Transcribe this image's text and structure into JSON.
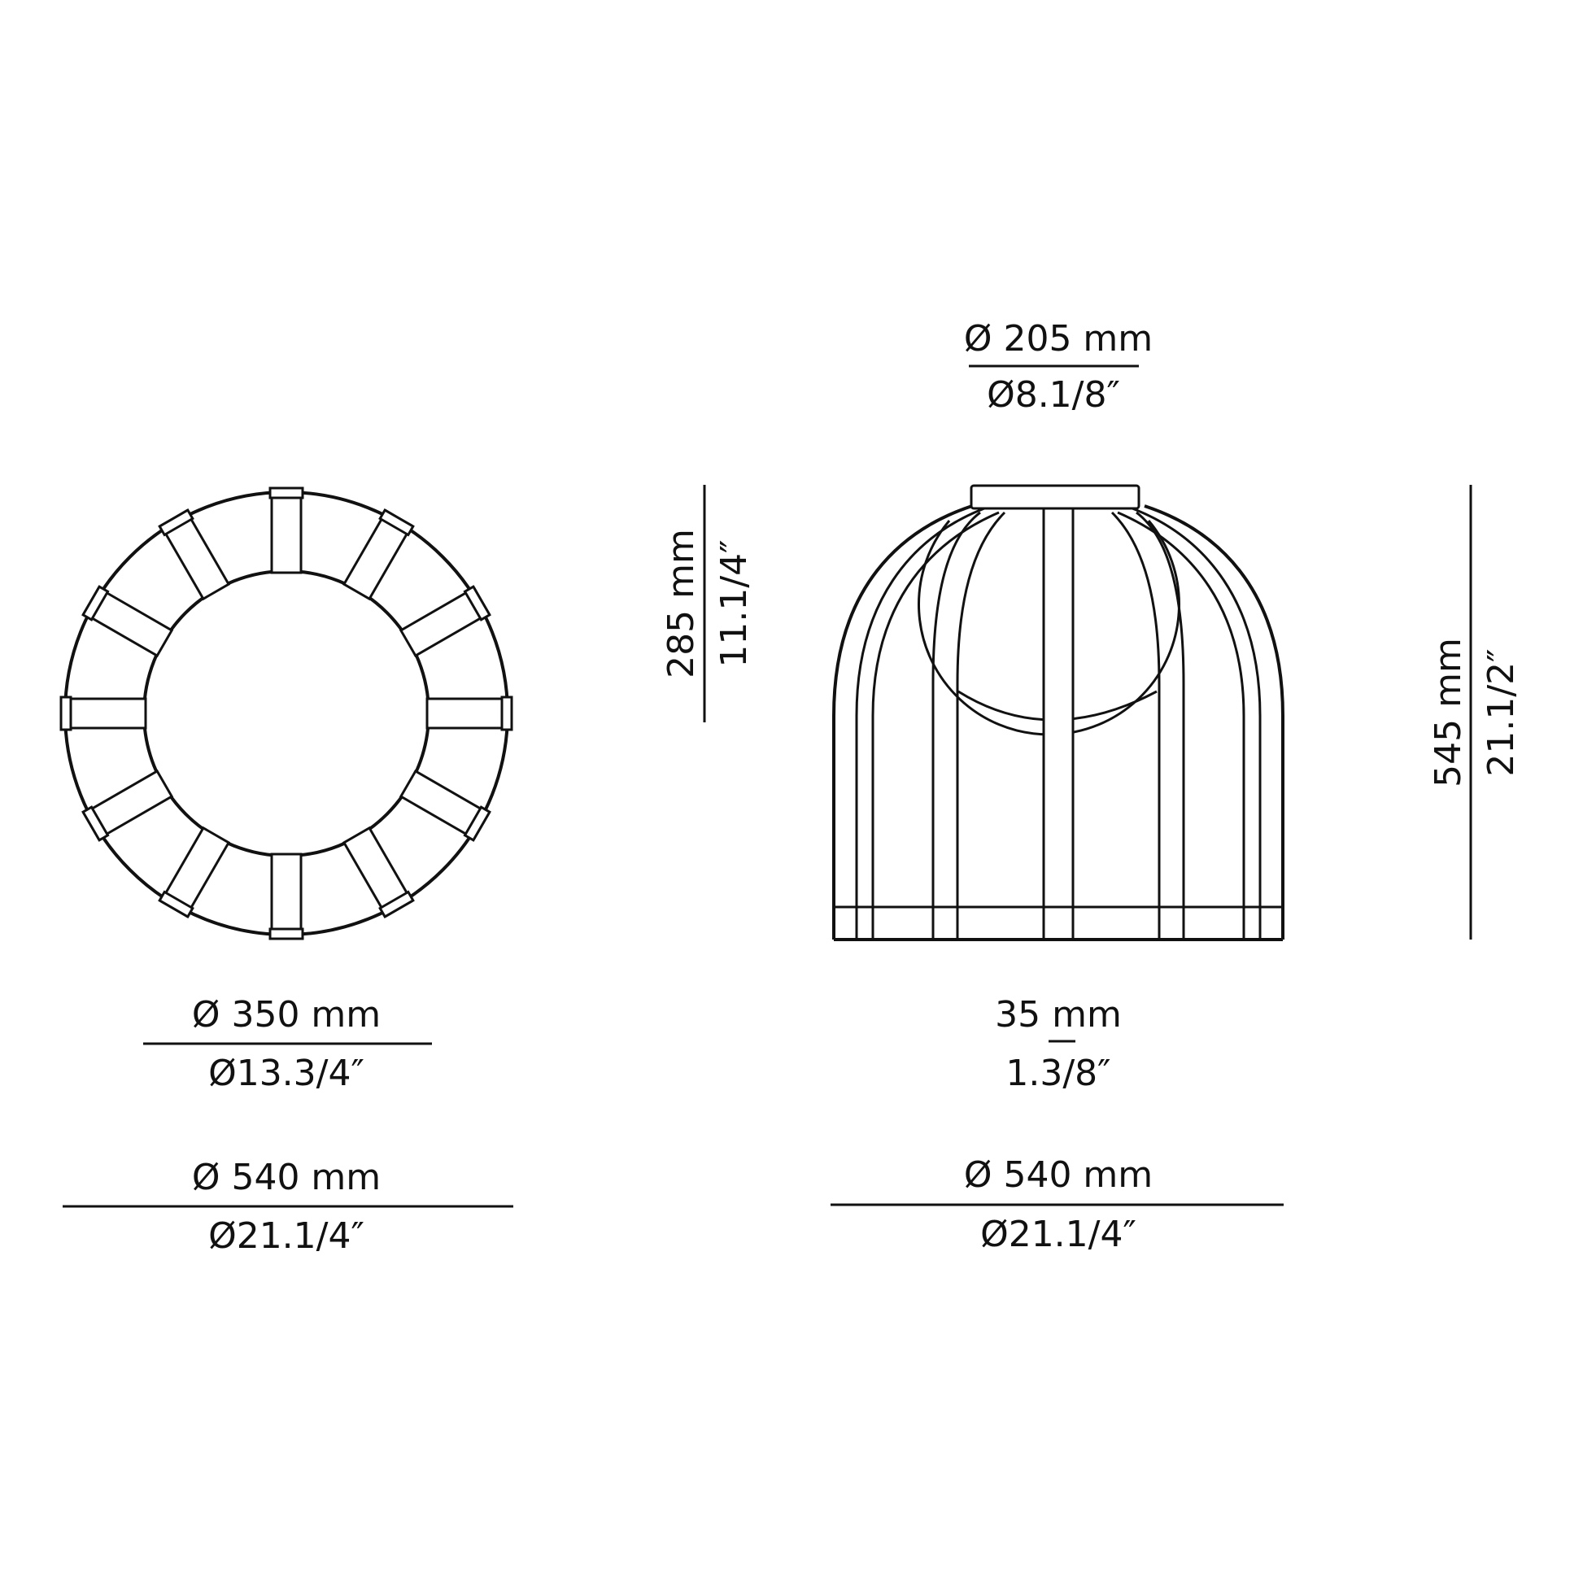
{
  "colors": {
    "line": "#111111",
    "background": "#ffffff"
  },
  "top_view": {
    "inner_diameter": {
      "mm": "Ø 350 mm",
      "inch": "Ø13.3/4″"
    },
    "outer_diameter": {
      "mm": "Ø 540 mm",
      "inch": "Ø21.1/4″"
    },
    "slat_count": 12
  },
  "side_view": {
    "top_cap": {
      "mm": "Ø 205 mm",
      "inch": "Ø8.1/8″"
    },
    "globe_height": {
      "mm": "285 mm",
      "inch": "11.1/4″"
    },
    "total_height": {
      "mm": "545 mm",
      "inch": "21.1/2″"
    },
    "slat_width": {
      "mm": "35 mm",
      "inch": "1.3/8″"
    },
    "base_diameter": {
      "mm": "Ø 540 mm",
      "inch": "Ø21.1/4″"
    }
  }
}
